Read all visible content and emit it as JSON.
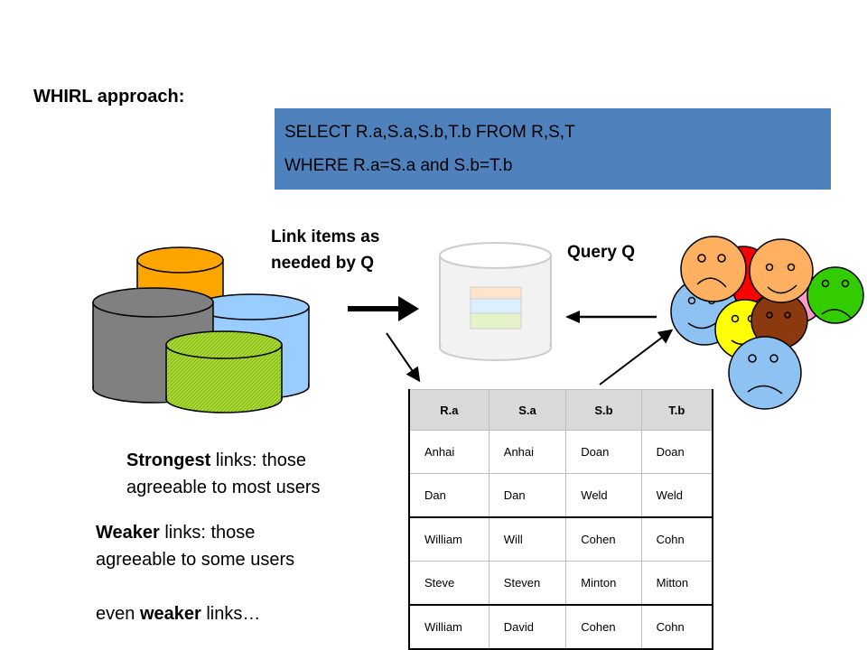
{
  "title": "WHIRL approach:",
  "sql": {
    "line1": "SELECT R.a,S.a,S.b,T.b FROM R,S,T",
    "line2": "WHERE R.a=S.a and S.b=T.b"
  },
  "labels": {
    "link_line1": "Link items as",
    "link_line2": "needed by Q",
    "query": "Query Q"
  },
  "table": {
    "headers": [
      "R.a",
      "S.a",
      "S.b",
      "T.b"
    ],
    "rows": [
      [
        "Anhai",
        "Anhai",
        "Doan",
        "Doan"
      ],
      [
        "Dan",
        "Dan",
        "Weld",
        "Weld"
      ],
      [
        "William",
        "Will",
        "Cohen",
        "Cohn"
      ],
      [
        "Steve",
        "Steven",
        "Minton",
        "Mitton"
      ],
      [
        "William",
        "David",
        "Cohen",
        "Cohn"
      ]
    ]
  },
  "notes": {
    "strongest_bold": "Strongest",
    "strongest_rest": " links: those",
    "strongest_line2": "agreeable to most users",
    "weaker_bold": "Weaker",
    "weaker_rest": " links: those",
    "weaker_line2": "agreeable to some users",
    "even_pre": "even ",
    "even_bold": "weaker",
    "even_post": " links…"
  },
  "colors": {
    "sql_box": "#4f81bd",
    "db_orange": "#ffa500",
    "db_gray": "#808080",
    "db_blue": "#99ccff",
    "db_green": "#aadd33",
    "face_red": "#ff0000",
    "face_orange": "#ffb060",
    "face_blue": "#8ec2f2",
    "face_yellow": "#ffff00",
    "face_brown": "#8b3a0f",
    "face_pink": "#ff99cc",
    "face_green": "#33cc00"
  },
  "icons": [
    "database-stack-icon",
    "empty-database-icon",
    "user-faces-icon",
    "right-arrow-icon",
    "left-arrow-icon"
  ]
}
